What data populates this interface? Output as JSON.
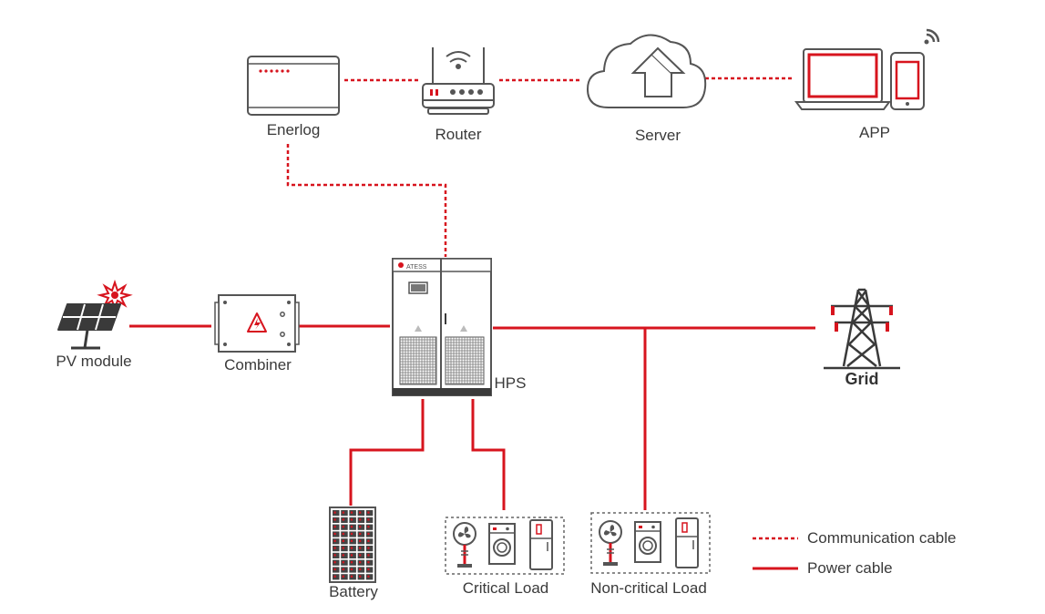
{
  "labels": {
    "enerlog": "Enerlog",
    "router": "Router",
    "server": "Server",
    "app": "APP",
    "pv_module": "PV module",
    "combiner": "Combiner",
    "hps": "HPS",
    "grid": "Grid",
    "battery": "Battery",
    "critical_load": "Critical Load",
    "noncritical_load": "Non-critical Load",
    "hps_brand": "ATESS"
  },
  "legend": {
    "communication": "Communication cable",
    "power": "Power cable"
  },
  "colors": {
    "accent": "#d7141e",
    "device_stroke": "#555555",
    "text": "#3a3a3a"
  },
  "icons": [
    "enerlog-icon",
    "router-icon",
    "cloud-server-icon",
    "laptop-icon",
    "phone-icon",
    "wifi-icon",
    "solar-panel-icon",
    "combiner-box-icon",
    "hps-cabinet-icon",
    "pylon-icon",
    "battery-rack-icon",
    "fan-icon",
    "washing-machine-icon",
    "fridge-icon"
  ]
}
